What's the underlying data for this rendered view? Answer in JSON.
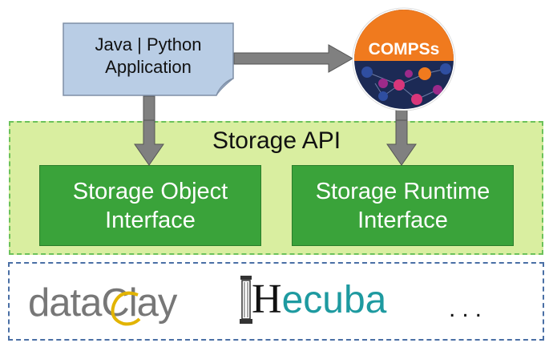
{
  "application": {
    "line1": "Java | Python",
    "line2": "Application"
  },
  "compss": {
    "label": "COMPSs"
  },
  "storage_api": {
    "title": "Storage API",
    "object_interface": {
      "line1": "Storage Object",
      "line2": "Interface"
    },
    "runtime_interface": {
      "line1": "Storage Runtime",
      "line2": "Interface"
    }
  },
  "backends": {
    "dataclay_logo": "dataClay",
    "hecuba_logo_initial": "H",
    "hecuba_logo_rest": "ecuba",
    "more": "..."
  },
  "colors": {
    "app_fill": "#b9cde5",
    "storage_api_fill": "#d9eea0",
    "interface_fill": "#3aa33a",
    "compss_orange": "#f07a1e",
    "hecuba_teal": "#1e9aa0"
  }
}
